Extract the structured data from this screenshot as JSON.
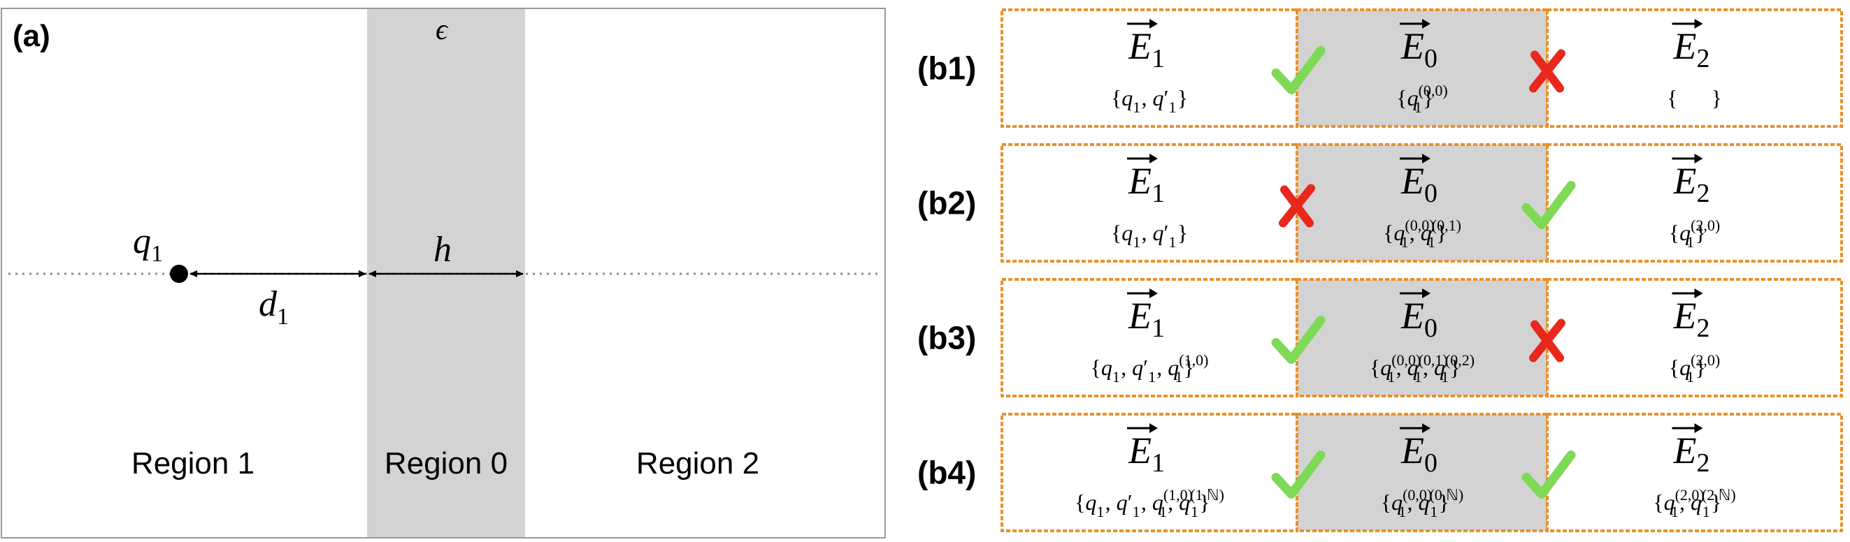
{
  "panel_a": {
    "tag": "(a)",
    "epsilon": "ϵ",
    "charge": "q",
    "charge_sub": "1",
    "distance": "d",
    "distance_sub": "1",
    "thickness": "h",
    "regions": [
      "Region 1",
      "Region 0",
      "Region 2"
    ],
    "slab_color": "#d3d3d3"
  },
  "panel_b": {
    "rows": [
      {
        "tag": "(b1)",
        "fields": [
          {
            "sub": "1",
            "set": "{q1, q1′}"
          },
          {
            "sub": "0",
            "set": "{q1(0,0)}"
          },
          {
            "sub": "2",
            "set": "{ }"
          }
        ],
        "checks": [
          "check",
          "cross"
        ]
      },
      {
        "tag": "(b2)",
        "fields": [
          {
            "sub": "1",
            "set": "{q1, q1′}"
          },
          {
            "sub": "0",
            "set": "{q1(0,0), q1(0,1)}"
          },
          {
            "sub": "2",
            "set": "{q1(2,0)}"
          }
        ],
        "checks": [
          "cross",
          "check"
        ]
      },
      {
        "tag": "(b3)",
        "fields": [
          {
            "sub": "1",
            "set": "{q1, q1′, q1(1,0)}"
          },
          {
            "sub": "0",
            "set": "{q1(0,0), q1(0,1), q1(0,2)}"
          },
          {
            "sub": "2",
            "set": "{q1(2,0)}"
          }
        ],
        "checks": [
          "check",
          "cross"
        ]
      },
      {
        "tag": "(b4)",
        "fields": [
          {
            "sub": "1",
            "set": "{q1, q1′, q1(1,0), q1(1,ℕ)}"
          },
          {
            "sub": "0",
            "set": "{q1(0,0), q1(0,ℕ)}"
          },
          {
            "sub": "2",
            "set": "{q1(2,0), q1(2,ℕ)}"
          }
        ],
        "checks": [
          "check",
          "check"
        ]
      }
    ],
    "field_letter": "E",
    "box_border_color": "#e8902c",
    "middle_fill": "#d3d3d3",
    "check_color": "#7ed957",
    "cross_color": "#e8281c"
  }
}
